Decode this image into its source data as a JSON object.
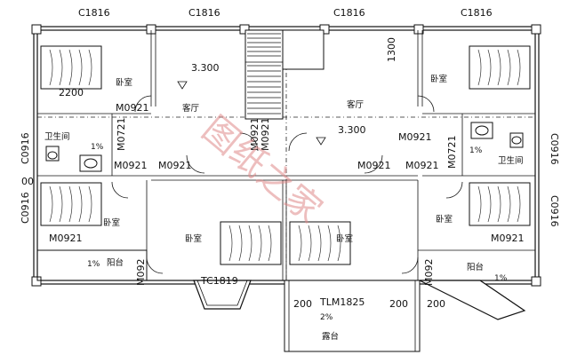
{
  "windows_top": [
    "C1816",
    "C1816",
    "C1816",
    "C1816"
  ],
  "windows_side_left": [
    "C0916",
    "C0916"
  ],
  "windows_side_right": [
    "C0916",
    "C0916"
  ],
  "rooms": {
    "bedroom": "卧室",
    "living": "客厅",
    "bathroom": "卫生间",
    "balcony": "阳台",
    "terrace": "露台"
  },
  "doors": {
    "m0921": "M0921",
    "m0721": "M0721",
    "m092": "M092",
    "tc1819": "TC1819",
    "tlm1825": "TLM1825"
  },
  "elevation": "3.300",
  "dims": {
    "d2200": "2200",
    "d1300": "1300",
    "d200": "200",
    "side_00": "00"
  },
  "slopes": {
    "p1": "1%",
    "p2": "2%"
  },
  "watermark": "图纸之家"
}
